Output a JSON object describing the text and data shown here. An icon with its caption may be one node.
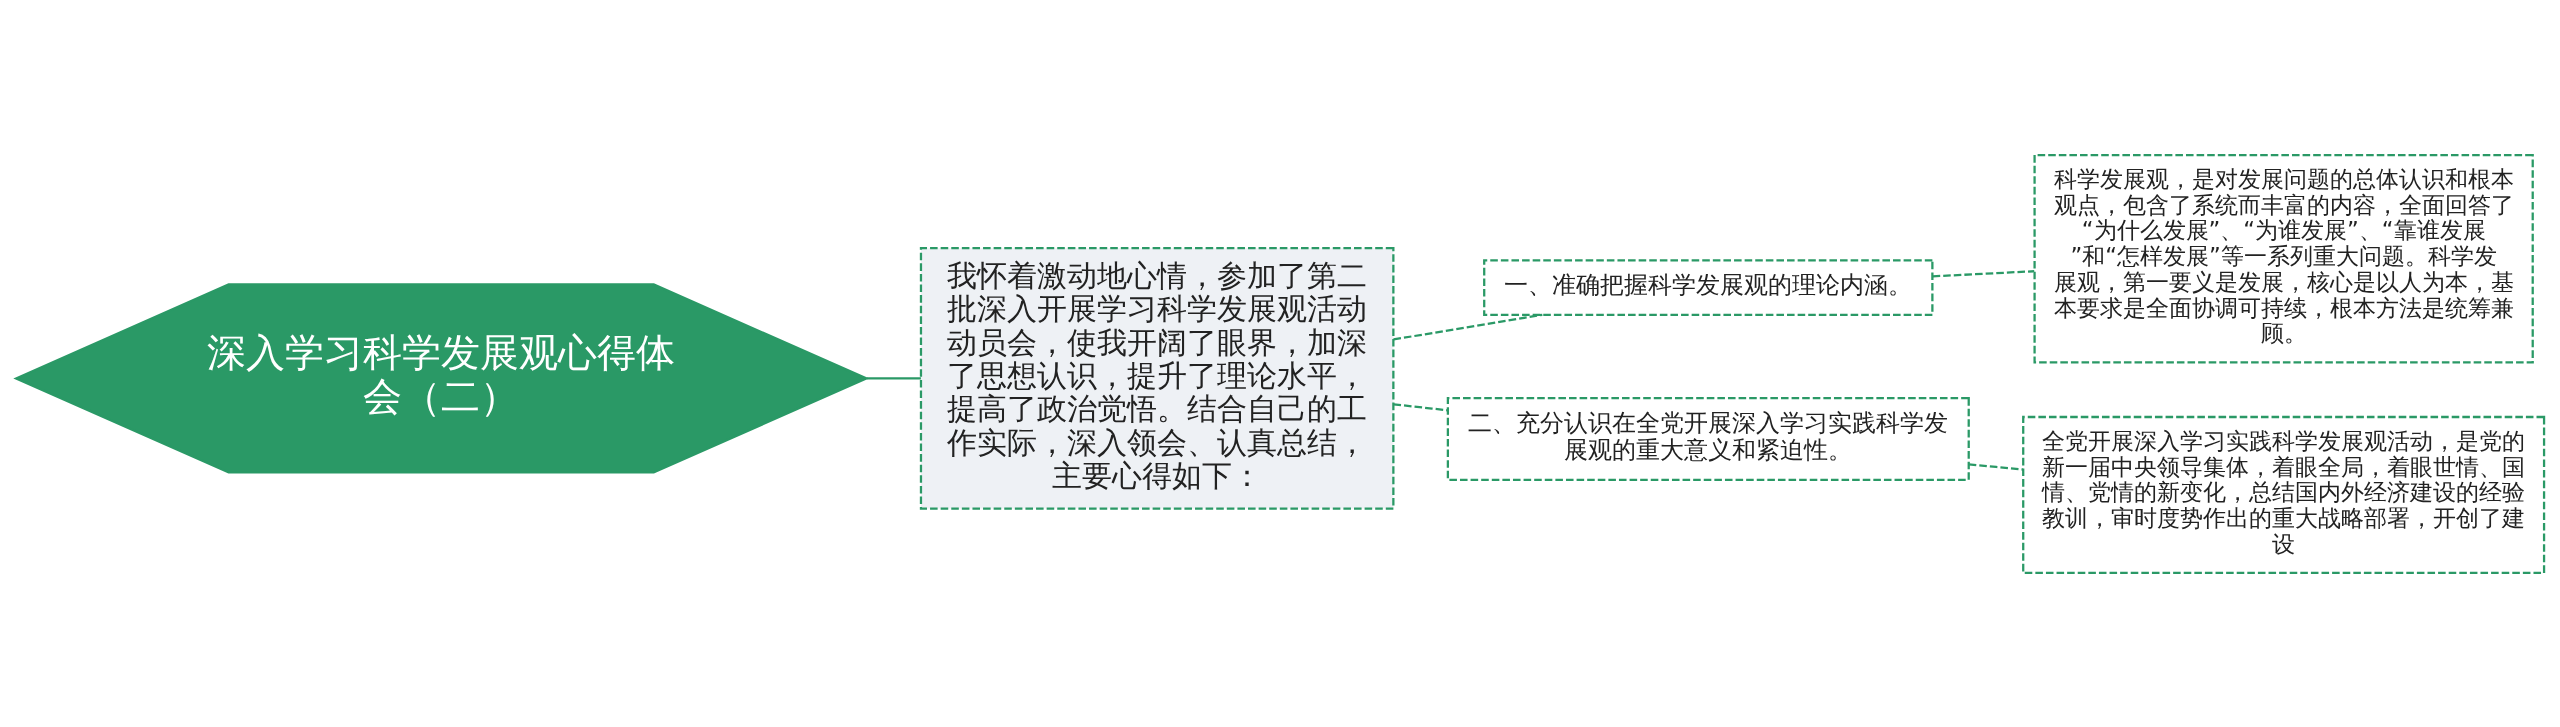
{
  "diagram": {
    "nodes": [
      {
        "text": [
          "深入学习科学发展观心得体会（二）"
        ]
      },
      {
        "text": [
          "我怀着激动地心情，参加了第二批深入开展学习科学发展观活动动员会，使我开阔了眼界，加深了思想认识，提升了理论水平，提高了政治觉悟。结合自己的工作实际，深入领会、认真总结，主要心得如下："
        ]
      },
      {
        "text": [
          "一、准确把握科学发展观的理论内涵。"
        ]
      },
      {
        "text": [
          "二、充分认识在全党开展深入学习实践科学发展观的重大意义和紧迫性。"
        ]
      },
      {
        "text": [
          "科学发展观，是对发展问题的总体认识和根本观点，包含了系统而丰富的内容，全面回答了“为什么发展”、“为谁发展”、“靠谁发展”和“怎样发展”等一系列重大问题。科学发展观，第一要义是发展，核心是以人为本，基本要求是全面协调可持续，根本方法是统筹兼顾。"
        ]
      },
      {
        "text": [
          "全党开展深入学习实践科学发展观活动，是党的新一届中央领导集体，着眼全局，着眼世情、国情、党情的新变化，总结国内外经济建设的经验教训，审时度势作出的重大战略部署，开创了建设"
        ]
      }
    ],
    "edges": [
      {
        "from": 0,
        "to": 1,
        "arrow": "none"
      },
      {
        "from": 1,
        "to": 2,
        "arrow": "none",
        "style": "dashed"
      },
      {
        "from": 1,
        "to": 3,
        "arrow": "none",
        "style": "dashed"
      },
      {
        "from": 2,
        "to": 4,
        "arrow": "none",
        "style": "dashed"
      },
      {
        "from": 3,
        "to": 5,
        "arrow": "none",
        "style": "dashed"
      }
    ]
  }
}
